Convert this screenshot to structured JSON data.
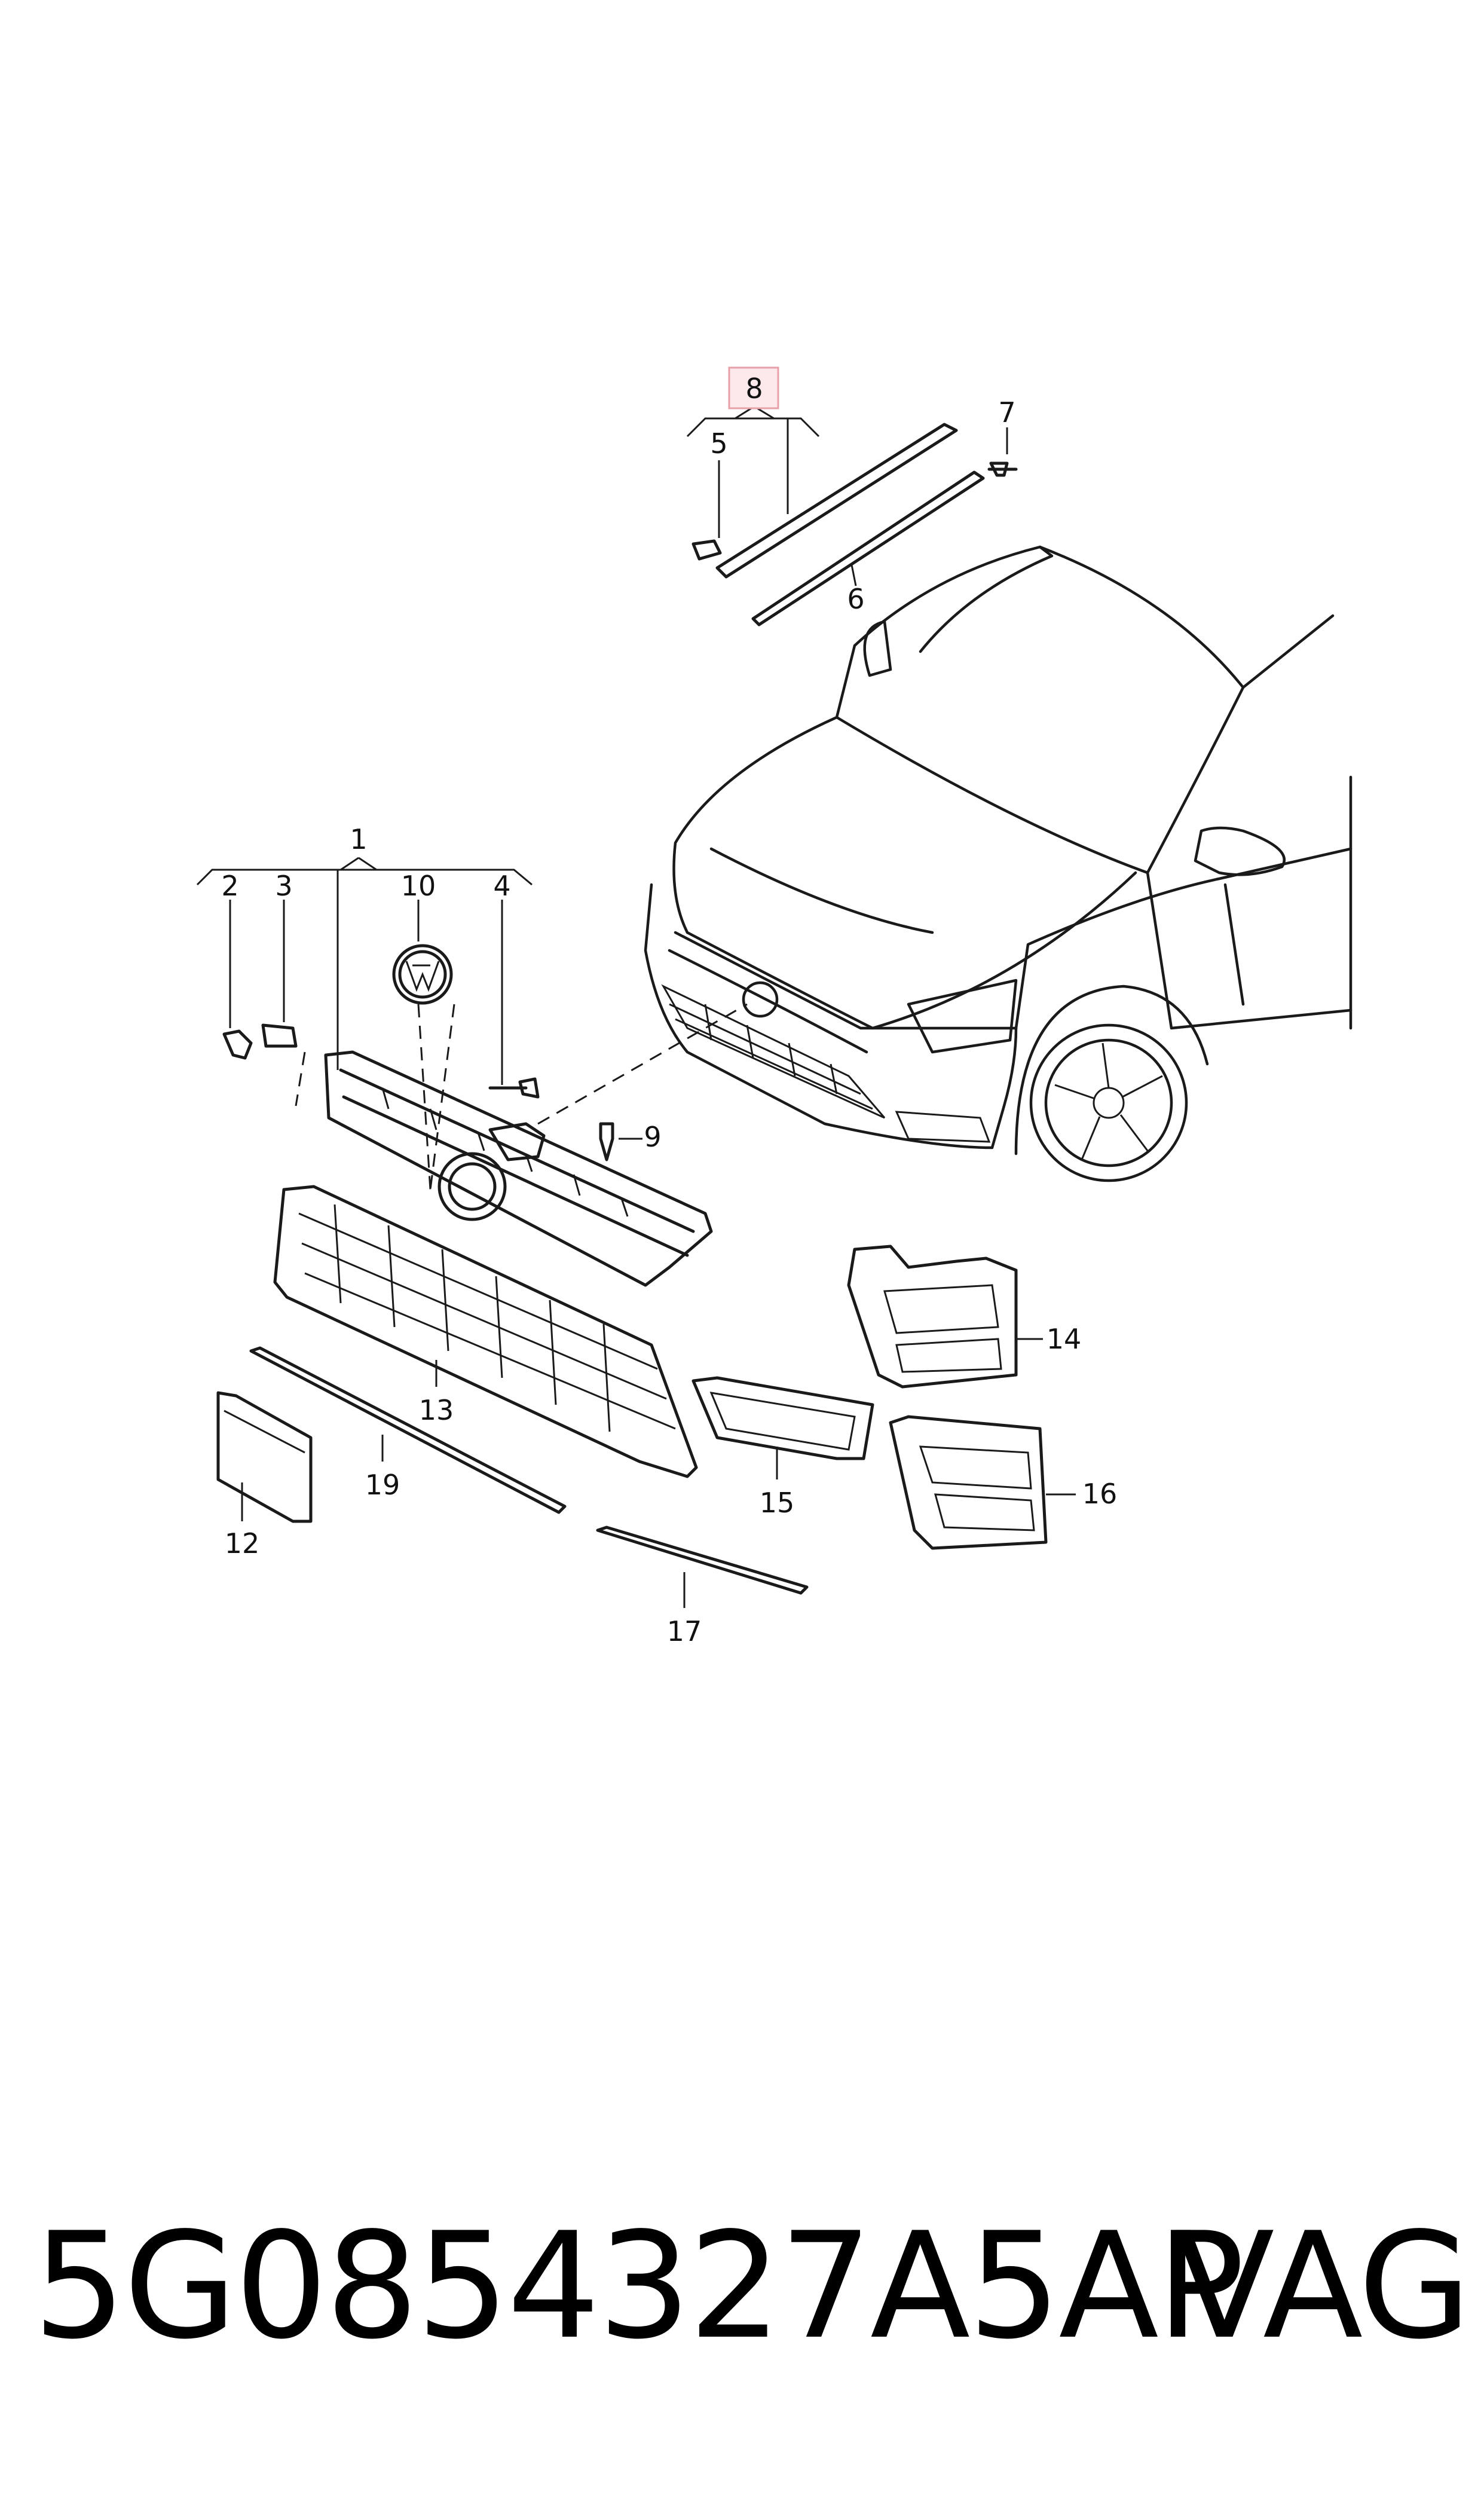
{
  "callouts": {
    "c1": "1",
    "c2": "2",
    "c3": "3",
    "c4": "4",
    "c5": "5",
    "c6": "6",
    "c7": "7",
    "c8": "8",
    "c9": "9",
    "c10": "10",
    "c12": "12",
    "c13": "13",
    "c14": "14",
    "c15": "15",
    "c16": "16",
    "c17": "17",
    "c19": "19"
  },
  "highlighted_callout": "8",
  "highlight_color": "#e8a0a8",
  "footer": {
    "part_number": "5G0854327A5AP",
    "brand": "VAG"
  }
}
